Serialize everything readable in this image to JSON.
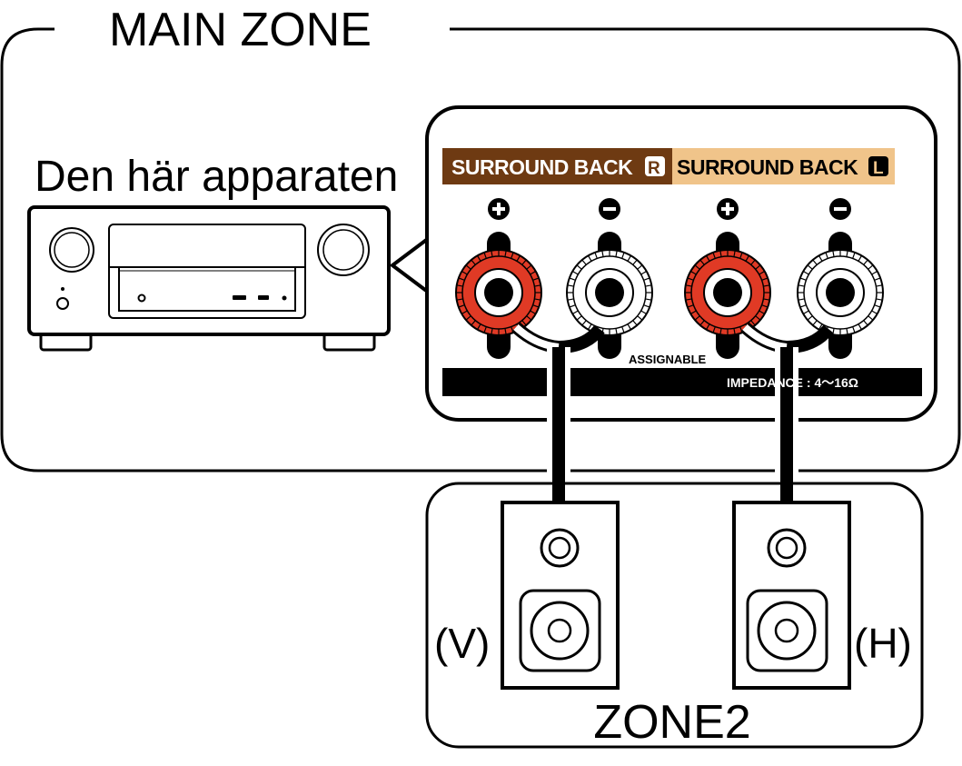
{
  "main_zone": {
    "title": "MAIN ZONE"
  },
  "device": {
    "label": "Den här apparaten"
  },
  "panel": {
    "channel_right": {
      "label": "SURROUND BACK",
      "badge": "R",
      "color": "#6e3a12"
    },
    "channel_left": {
      "label": "SURROUND BACK",
      "badge": "L",
      "color": "#f0c48a"
    },
    "polarity": [
      "+",
      "−",
      "+",
      "−"
    ],
    "assignable_label": "ASSIGNABLE",
    "impedance_label": "IMPEDANCE : 4～16Ω",
    "positive_color": "#e03a25"
  },
  "zone2": {
    "title": "ZONE2",
    "speaker_left_label": "(V)",
    "speaker_right_label": "(H)"
  }
}
